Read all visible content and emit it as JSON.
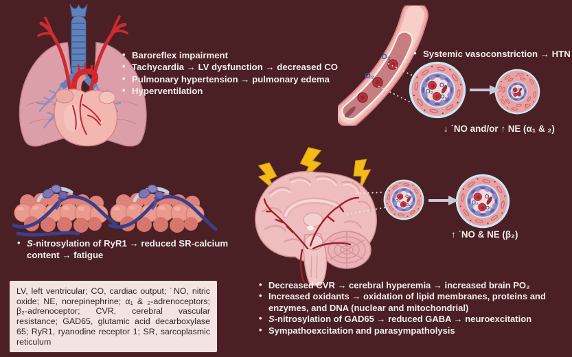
{
  "colors": {
    "background": "#4a2024",
    "text": "#f3edec",
    "legend_bg": "#f3e3e1",
    "legend_text": "#2f2727",
    "bolt_yellow": "#f4ba18",
    "o2_blue": "#2b5ca6",
    "arrow_grey": "#c6cad9"
  },
  "lungs": {
    "bullets": [
      {
        "italic": "",
        "text": "Baroreflex impairment"
      },
      {
        "italic": "",
        "text": "Tachycardia → LV dysfunction → decreased CO"
      },
      {
        "italic": "",
        "text": "Pulmonary hypertension → pulmonary edema"
      },
      {
        "italic": "",
        "text": "Hyperventilation"
      }
    ]
  },
  "vessel": {
    "bullet": {
      "italic": "",
      "text": "Systemic vasoconstriction → HTN"
    },
    "effect": "↓ ˙NO and/or ↑ NE (α₁ & ₂)",
    "o2": "O₂"
  },
  "muscle": {
    "bullet": {
      "italic": "S",
      "text": "-nitrosylation of RyR1 → reduced SR-calcium content → fatigue"
    }
  },
  "brain": {
    "effect": "↑ ˙NO & NE (β₂)",
    "bullets": [
      {
        "italic": "",
        "text": "Decreased CVR → cerebral hyperemia → increased brain PO₂"
      },
      {
        "italic": "",
        "text": "Increased oxidants → oxidation of lipid membranes, proteins and enzymes, and DNA (nuclear and mitochondrial)"
      },
      {
        "italic": "S",
        "text": "-nitrosylation of GAD65 → reduced GABA → neuroexcitation"
      },
      {
        "italic": "",
        "text": "Sympathoexcitation and parasympatholysis"
      }
    ]
  },
  "legend": {
    "text": "LV, left ventricular; CO, cardiac output; ˙NO, nitric oxide; NE, norepinephrine; α₁ & ₂-adrenoceptors; β₂-adrenoceptor; CVR, cerebral vascular resistance; GAD65, glutamic acid decarboxylase 65; RyR1, ryanodine receptor 1; SR, sarcoplasmic reticulum"
  }
}
